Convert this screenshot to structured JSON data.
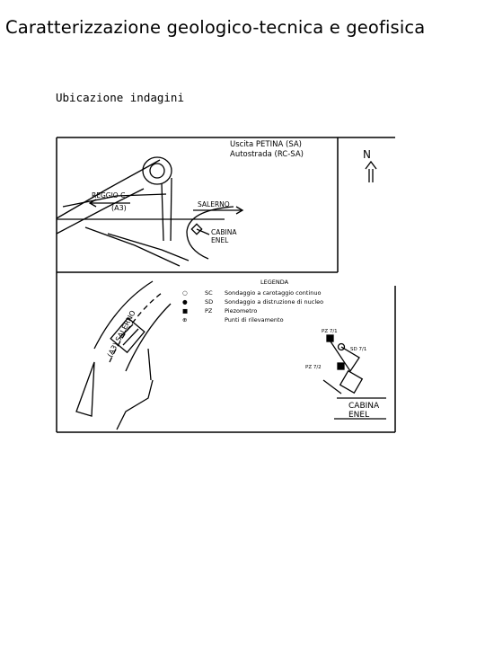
{
  "page": {
    "title": "Caratterizzazione geologico-tecnica e geofisica",
    "subtitle": "Ubicazione indagini"
  },
  "map": {
    "top_panel": {
      "exit_line1": "Uscita PETINA (SA)",
      "exit_line2": "Autostrada (RC-SA)",
      "reggio": "REGGIO C.",
      "a3": "(A3)",
      "salerno": "SALERNO",
      "cabina_line1": "CABINA",
      "cabina_line2": "ENEL",
      "north": "N"
    },
    "legend": {
      "title": "LEGENDA",
      "items": [
        {
          "symbol": "○",
          "code": "SC",
          "text": "Sondaggio a carotaggio continuo"
        },
        {
          "symbol": "●",
          "code": "SD",
          "text": "Sondaggio a distruzione di nucleo"
        },
        {
          "symbol": "■",
          "code": "PZ",
          "text": "Piezometro"
        },
        {
          "symbol": "⊕",
          "code": "",
          "text": "Punti di rilevamento"
        }
      ]
    },
    "bottom_panel": {
      "road_label": "(A3) SALERNO",
      "pz1": "PZ 7/1",
      "pz2": "PZ 7/2",
      "sd": "SD 7/1",
      "cabina_line1": "CABINA",
      "cabina_line2": "ENEL"
    }
  }
}
